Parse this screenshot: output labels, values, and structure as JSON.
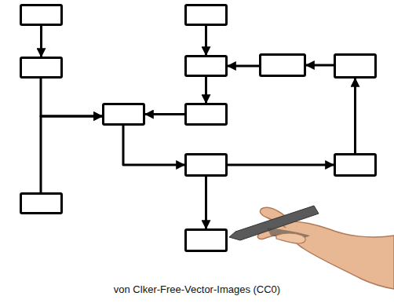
{
  "diagram": {
    "caption": "von Clker-Free-Vector-Images (CC0)",
    "nodes": [
      {
        "text": []
      },
      {
        "text": []
      },
      {
        "text": []
      },
      {
        "text": []
      },
      {
        "text": []
      },
      {
        "text": []
      },
      {
        "text": []
      },
      {
        "text": []
      },
      {
        "text": []
      },
      {
        "text": []
      },
      {
        "text": []
      },
      {
        "text": []
      }
    ],
    "edges": [
      {
        "from": 0,
        "to": 2,
        "arrow": "to"
      },
      {
        "from": 2,
        "to": 6,
        "arrow": "to"
      },
      {
        "from": 10,
        "to": 6,
        "arrow": "to"
      },
      {
        "from": 1,
        "to": 3,
        "arrow": "to"
      },
      {
        "from": 3,
        "to": 7,
        "arrow": "to"
      },
      {
        "from": 7,
        "to": 6,
        "arrow": "to"
      },
      {
        "from": 4,
        "to": 3,
        "arrow": "to"
      },
      {
        "from": 5,
        "to": 4,
        "arrow": "to"
      },
      {
        "from": 6,
        "to": 8,
        "arrow": "to"
      },
      {
        "from": 8,
        "to": 9,
        "arrow": "to"
      },
      {
        "from": 9,
        "to": 5,
        "arrow": "to"
      },
      {
        "from": 8,
        "to": 11,
        "arrow": "to"
      }
    ]
  }
}
